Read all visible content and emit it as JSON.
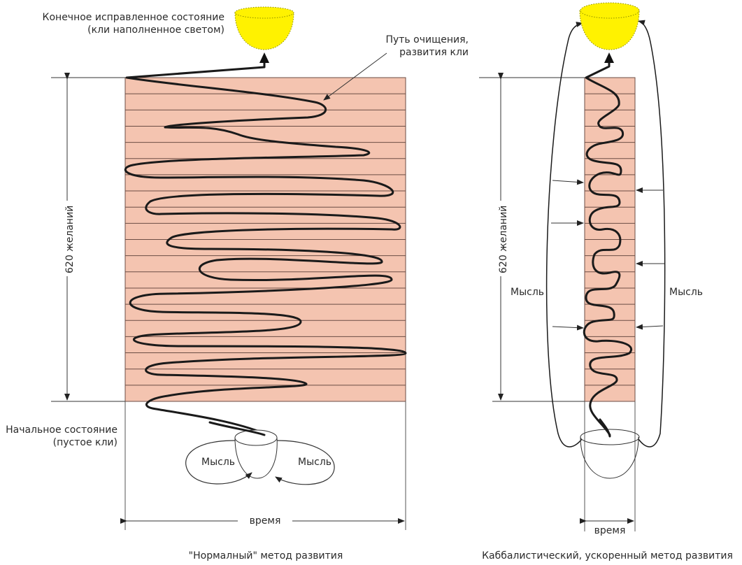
{
  "colors": {
    "band_fill": "#F4C4B0",
    "band_line": "#6b4d44",
    "light_vessel": "#FFF200",
    "path": "#1a1a1a",
    "line": "#333333"
  },
  "left_diagram": {
    "final_state_line1": "Конечное исправленное состояние",
    "final_state_line2": "(кли наполненное светом)",
    "path_label_line1": "Путь очищения,",
    "path_label_line2": "развития кли",
    "desires_label": "620 желаний",
    "initial_state_line1": "Начальное состояние",
    "initial_state_line2": "(пустое кли)",
    "thought_left": "Мысль",
    "thought_right": "Мысль",
    "time_label": "время",
    "caption": "\"Нормалный\" метод развития",
    "band_count": 20
  },
  "right_diagram": {
    "desires_label": "620 желаний",
    "thought_left": "Мысль",
    "thought_right": "Мысль",
    "time_label": "время",
    "caption": "Каббалистический, ускоренный метод развития",
    "band_count": 20
  }
}
